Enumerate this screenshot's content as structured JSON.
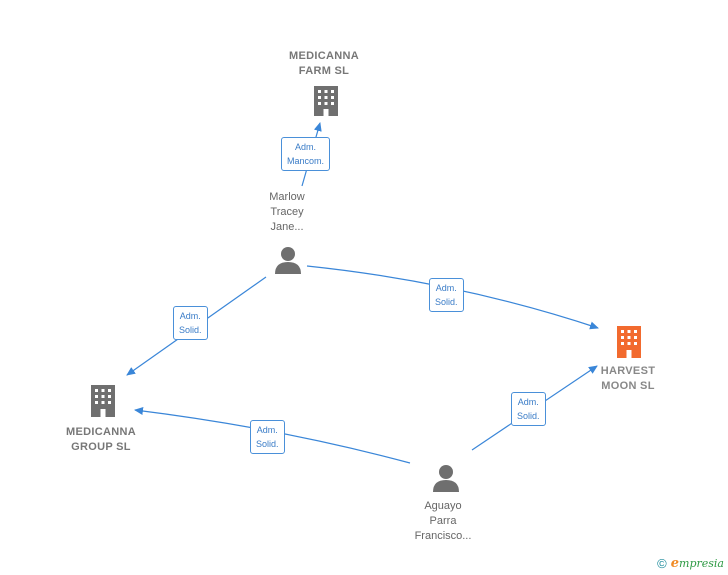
{
  "colors": {
    "edge": "#3a86d8",
    "company_icon": "#6f6f6f",
    "main_company_icon": "#f26a2e",
    "person_icon": "#6f6f6f",
    "badge_border": "#4a90d9"
  },
  "nodes": {
    "medicanna_farm": {
      "label": "MEDICANNA\nFARM  SL",
      "icon": "building-icon"
    },
    "marlow": {
      "label": "Marlow\nTracey\nJane...",
      "icon": "person-icon"
    },
    "medicanna_group": {
      "label": "MEDICANNA\nGROUP  SL",
      "icon": "building-icon"
    },
    "harvest_moon": {
      "label": "HARVEST\nMOON  SL",
      "icon": "building-icon"
    },
    "aguayo": {
      "label": "Aguayo\nParra\nFrancisco...",
      "icon": "person-icon"
    }
  },
  "edges": {
    "marlow_farm": "Adm.\nMancom.",
    "marlow_group": "Adm.\nSolid.",
    "marlow_harvest": "Adm.\nSolid.",
    "aguayo_group": "Adm.\nSolid.",
    "aguayo_harvest": "Adm.\nSolid."
  },
  "footer": {
    "copyright": "©",
    "brand_initial": "e",
    "brand_rest": "mpresia"
  }
}
